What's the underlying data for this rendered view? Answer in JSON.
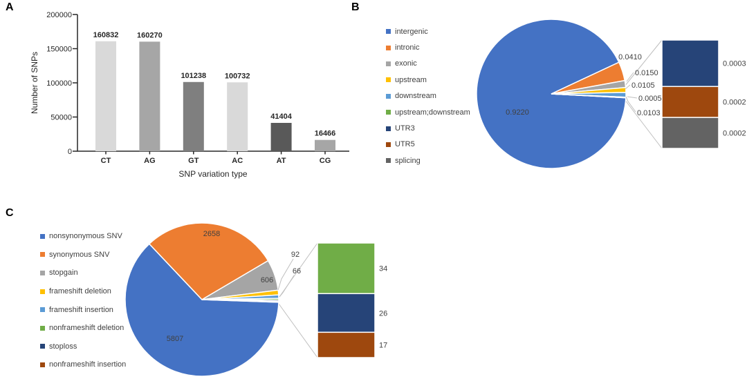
{
  "figure": {
    "panels": [
      {
        "id": "A",
        "label": "A"
      },
      {
        "id": "B",
        "label": "B"
      },
      {
        "id": "C",
        "label": "C"
      }
    ]
  },
  "chart_data": [
    {
      "panel": "A",
      "type": "bar",
      "title": "",
      "xlabel": "SNP variation type",
      "ylabel": "Number of SNPs",
      "categories": [
        "CT",
        "AG",
        "GT",
        "AC",
        "AT",
        "CG"
      ],
      "values": [
        160832,
        160270,
        101238,
        100732,
        41404,
        16466
      ],
      "value_labels": [
        "160832",
        "160270",
        "101238",
        "100732",
        "41404",
        "16466"
      ],
      "bar_colors": [
        "#d9d9d9",
        "#a6a6a6",
        "#7f7f7f",
        "#d9d9d9",
        "#595959",
        "#a6a6a6"
      ],
      "ylim": [
        0,
        200000
      ],
      "yticks": [
        0,
        50000,
        100000,
        150000,
        200000
      ],
      "ytick_labels": [
        "0",
        "50000",
        "100000",
        "150000",
        "200000"
      ],
      "grid": false,
      "axis_color": "#262626"
    },
    {
      "panel": "B",
      "type": "pie",
      "variant": "bar-of-pie",
      "legend_position": "left",
      "labels": [
        "intergenic",
        "intronic",
        "exonic",
        "upstream",
        "downstream",
        "upstream;downstream",
        "UTR3",
        "UTR5",
        "splicing"
      ],
      "values": [
        0.922,
        0.041,
        0.015,
        0.0105,
        0.0103,
        0.0005,
        0.0003,
        0.0002,
        0.0002
      ],
      "value_labels": [
        "0.9220",
        "0.0410",
        "0.0150",
        "0.0105",
        "0.0103",
        "0.0005",
        "0.0003",
        "0.0002",
        "0.0002"
      ],
      "colors": [
        "#4472c4",
        "#ed7d31",
        "#a5a5a5",
        "#ffc000",
        "#5b9bd5",
        "#70ad47",
        "#264478",
        "#9e480e",
        "#636363"
      ],
      "bar_breakout": {
        "labels": [
          "UTR3",
          "UTR5",
          "splicing"
        ],
        "values": [
          0.0003,
          0.0002,
          0.0002
        ],
        "value_labels": [
          "0.0003",
          "0.0002",
          "0.0002"
        ],
        "colors": [
          "#264478",
          "#9e480e",
          "#636363"
        ]
      }
    },
    {
      "panel": "C",
      "type": "pie",
      "variant": "bar-of-pie",
      "legend_position": "left",
      "labels": [
        "nonsynonymous SNV",
        "synonymous SNV",
        "stopgain",
        "frameshift deletion",
        "frameshift insertion",
        "nonframeshift deletion",
        "stoploss",
        "nonframeshift insertion"
      ],
      "values": [
        5807,
        2658,
        606,
        92,
        66,
        34,
        26,
        17
      ],
      "value_labels": [
        "5807",
        "2658",
        "606",
        "92",
        "66",
        "34",
        "26",
        "17"
      ],
      "colors": [
        "#4472c4",
        "#ed7d31",
        "#a5a5a5",
        "#ffc000",
        "#5b9bd5",
        "#70ad47",
        "#264478",
        "#9e480e"
      ],
      "bar_breakout": {
        "labels": [
          "nonframeshift deletion",
          "stoploss",
          "nonframeshift insertion"
        ],
        "values": [
          34,
          26,
          17
        ],
        "value_labels": [
          "34",
          "26",
          "17"
        ],
        "colors": [
          "#70ad47",
          "#264478",
          "#9e480e"
        ]
      }
    }
  ]
}
